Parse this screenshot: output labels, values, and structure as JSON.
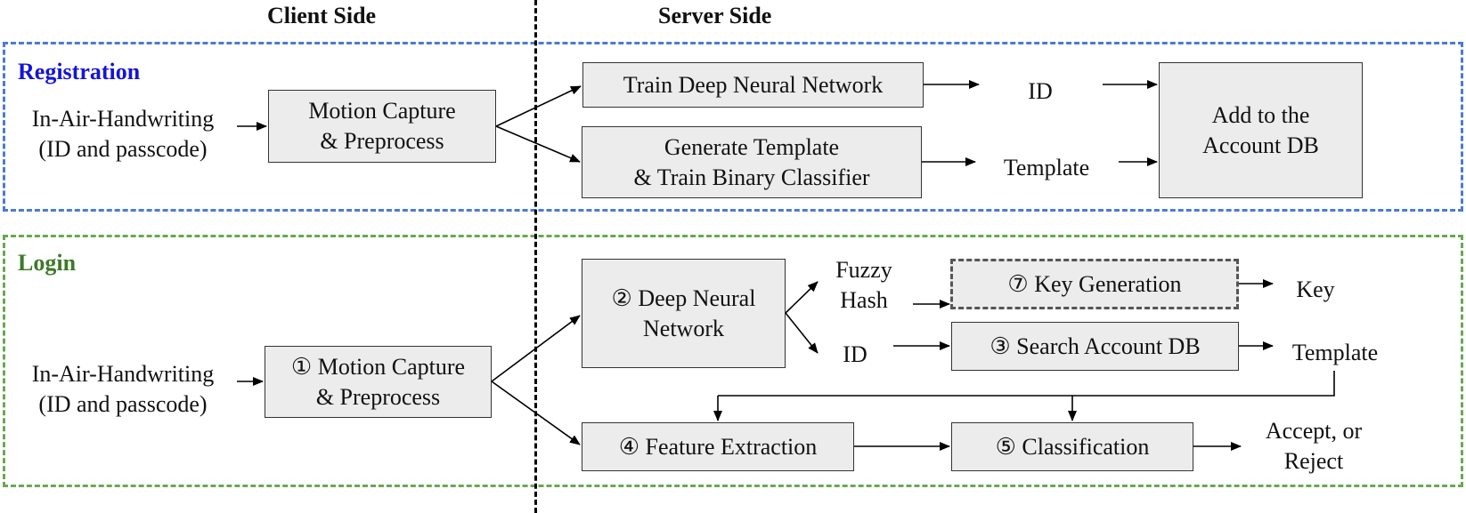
{
  "headers": {
    "client": "Client Side",
    "server": "Server Side"
  },
  "colors": {
    "registration": "#4a7bd6",
    "registration_title": "#1515d6",
    "login": "#6aa84f",
    "login_title": "#3d7a27",
    "box_fill": "#ececec"
  },
  "registration": {
    "title": "Registration",
    "input": {
      "line1": "In-Air-Handwriting",
      "line2": "(ID and passcode)"
    },
    "capture": {
      "line1": "Motion Capture",
      "line2": "& Preprocess"
    },
    "train_dnn": "Train Deep Neural Network",
    "gen_template": {
      "line1": "Generate Template",
      "line2": "& Train Binary Classifier"
    },
    "id": "ID",
    "template": "Template",
    "add_db": {
      "line1": "Add to the",
      "line2": "Account DB"
    }
  },
  "login": {
    "title": "Login",
    "input": {
      "line1": "In-Air-Handwriting",
      "line2": "(ID and passcode)"
    },
    "capture": {
      "line1": "① Motion Capture",
      "line2": "& Preprocess"
    },
    "dnn": {
      "line1": "② Deep Neural",
      "line2": "Network"
    },
    "fuzzy_hash": {
      "line1": "Fuzzy",
      "line2": "Hash"
    },
    "id": "ID",
    "key_gen": "⑦ Key Generation",
    "key": "Key",
    "search_db": "③ Search Account DB",
    "template": "Template",
    "feature": "④ Feature Extraction",
    "classification": "⑤ Classification",
    "result": {
      "line1": "Accept, or",
      "line2": "Reject"
    }
  }
}
